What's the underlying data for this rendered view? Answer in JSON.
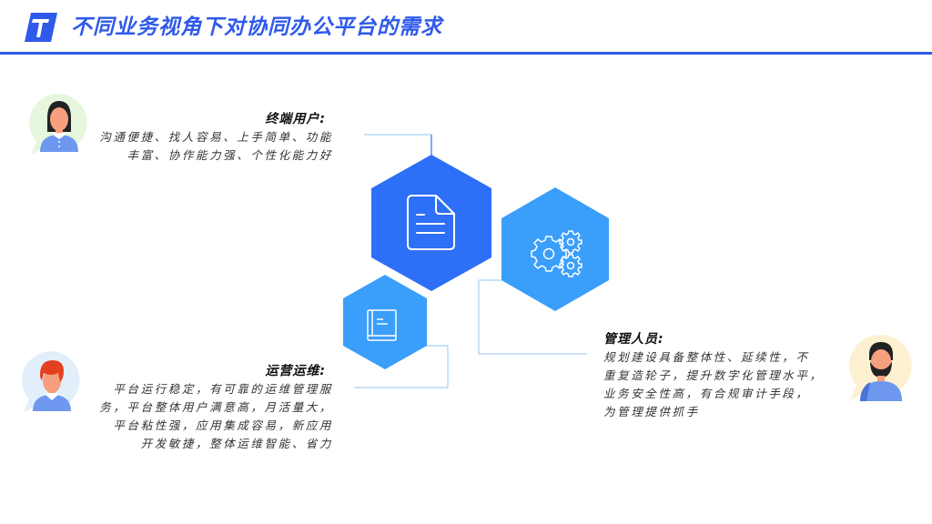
{
  "header": {
    "title": "不同业务视角下对协同办公平台的需求",
    "logo_icon": "arrow-up-logo-icon"
  },
  "colors": {
    "accent": "#2F59EA",
    "hex_primary": "#2D6FF7",
    "hex_secondary": "#3A9EFB",
    "connector": "#A9D0F5",
    "connector_dark": "#2D6FF7",
    "avatar_bg_user": "#E6F7DE",
    "avatar_bg_ops": "#E3EEFB",
    "avatar_bg_admin": "#FDF1D2"
  },
  "hexagons": [
    {
      "id": "document",
      "icon": "document-icon"
    },
    {
      "id": "gears",
      "icon": "gears-icon"
    },
    {
      "id": "book",
      "icon": "book-icon"
    }
  ],
  "roles": {
    "end_user": {
      "heading": "终端用户:",
      "lines": [
        "沟通便捷、找人容易、上手简单、功能",
        "丰富、协作能力强、个性化能力好"
      ],
      "avatar": "woman-avatar-icon"
    },
    "operations": {
      "heading": "运营运维:",
      "lines": [
        "平台运行稳定，有可靠的运维管理服",
        "务，平台整体用户满意高，月活量大，",
        "平台粘性强，应用集成容易，新应用",
        "开发敏捷，整体运维智能、省力"
      ],
      "avatar": "red-hair-man-avatar-icon"
    },
    "management": {
      "heading": "管理人员:",
      "lines": [
        "规划建设具备整体性、延续性，不",
        "重复造轮子，提升数字化管理水平，",
        "业务安全性高，有合规审计手段，",
        "为管理提供抓手"
      ],
      "avatar": "bearded-man-avatar-icon"
    }
  }
}
